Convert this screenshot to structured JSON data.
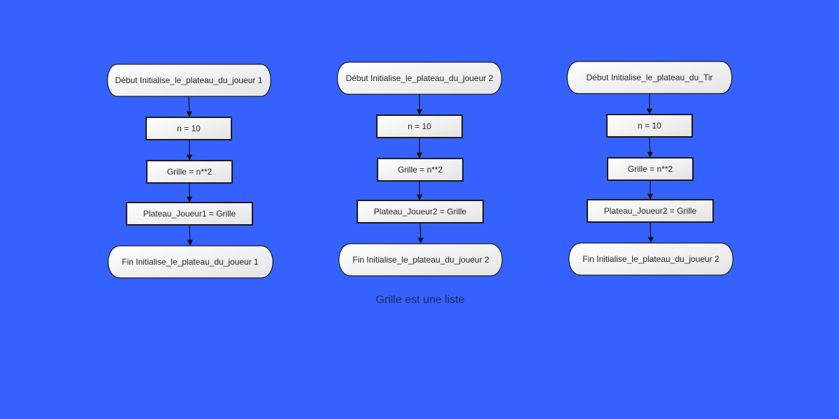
{
  "diagram": {
    "background_color": "#3561ff",
    "note": "Grille est une liste",
    "flowcharts": [
      {
        "start": "Début Initialise_le_plateau_du_joueur 1",
        "steps": [
          "n = 10",
          "Grille = n**2",
          "Plateau_Joueur1 = Grille"
        ],
        "end": "Fin Initialise_le_plateau_du_joueur 1"
      },
      {
        "start": "Début Initialise_le_plateau_du_joueur 2",
        "steps": [
          "n = 10",
          "Grille = n**2",
          "Plateau_Joueur2 = Grille"
        ],
        "end": "Fin Initialise_le_plateau_du_joueur 2"
      },
      {
        "start": "Début Initialise_le_plateau_du_Tir",
        "steps": [
          "n = 10",
          "Grille = n**2",
          "Plateau_Joueur2 = Grille"
        ],
        "end": "Fin Initialise_le_plateau_du_joueur 2"
      }
    ]
  }
}
